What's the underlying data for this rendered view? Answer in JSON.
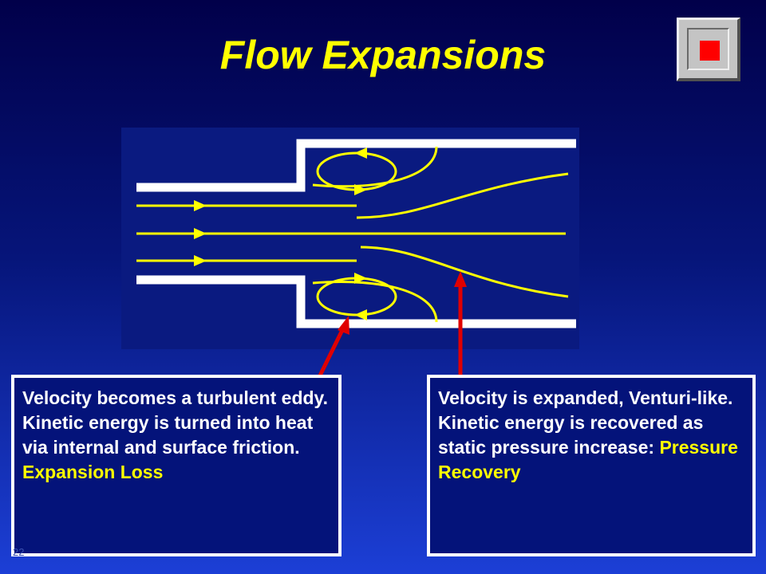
{
  "slide": {
    "title": "Flow Expansions",
    "number": "22"
  },
  "colors": {
    "title": "#ffff00",
    "streamline": "#ffff00",
    "wall": "#ffffff",
    "pointer_arrow": "#e00000",
    "nav_square": "#ff0000",
    "diagram_bg": "#0a1a80"
  },
  "nav": {
    "icon": "stop-square-icon"
  },
  "left_box": {
    "text": "Velocity becomes a turbulent eddy.  Kinetic energy is turned into heat via internal and surface friction.  ",
    "highlight": "Expansion Loss"
  },
  "right_box": {
    "text": "Velocity is expanded, Venturi-like.  Kinetic energy is recovered as static pressure increase: ",
    "highlight": "Pressure Recovery"
  }
}
